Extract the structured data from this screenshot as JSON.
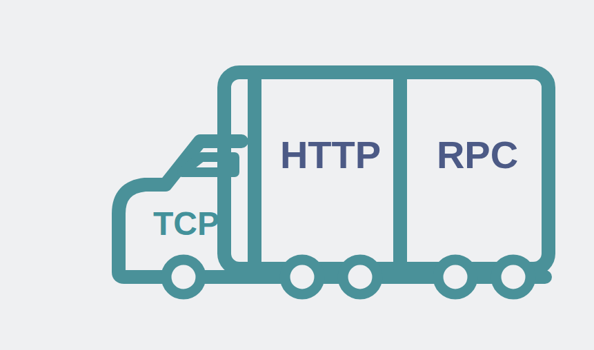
{
  "diagram": {
    "nodes": [
      {
        "text": [
          "TCP"
        ]
      },
      {
        "text": [
          "HTTP"
        ]
      },
      {
        "text": [
          "RPC"
        ]
      }
    ]
  }
}
